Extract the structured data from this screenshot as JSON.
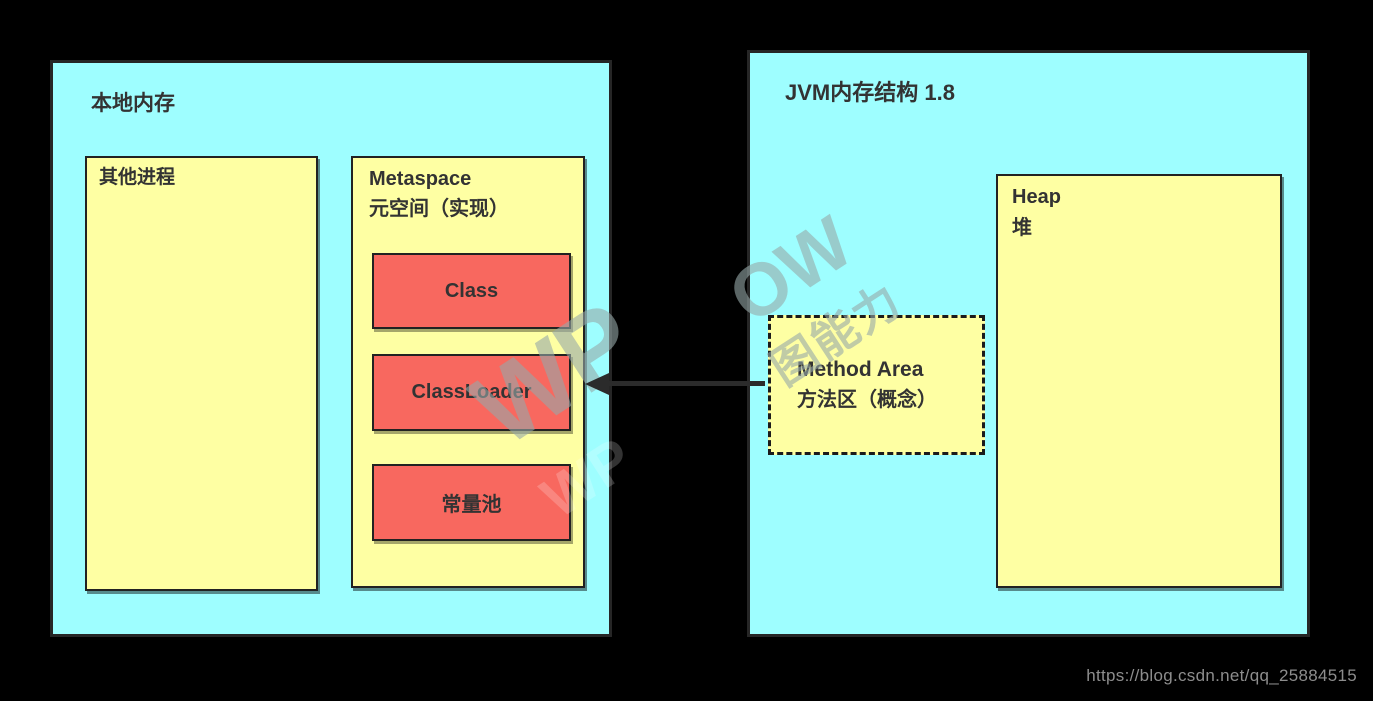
{
  "page": {
    "background": "#000000",
    "url_text": "https://blog.csdn.net/qq_25884515"
  },
  "colors": {
    "panel_cyan": "#9EFEFF",
    "box_yellow": "#FEFFA3",
    "box_red": "#F8685F",
    "border_dark": "#222222",
    "text_dark": "#333333",
    "arrow": "#2B2B2B",
    "url_gray": "#8D8D8D"
  },
  "local_memory": {
    "title": "本地内存",
    "other_process_label": "其他进程",
    "metaspace": {
      "title_en": "Metaspace",
      "title_zh": "元空间（实现）",
      "items": [
        {
          "label": "Class"
        },
        {
          "label": "ClassLoader"
        },
        {
          "label": "常量池"
        }
      ]
    }
  },
  "jvm_structure": {
    "title": "JVM内存结构 1.8",
    "heap": {
      "title_en": "Heap",
      "title_zh": "堆"
    },
    "method_area": {
      "title_en": "Method Area",
      "title_zh": "方法区（概念）"
    }
  },
  "watermark": {
    "frag_big_left": "WP",
    "frag_big_right": "OW",
    "frag_chinese": "图能力",
    "frag_faint": "WP"
  }
}
